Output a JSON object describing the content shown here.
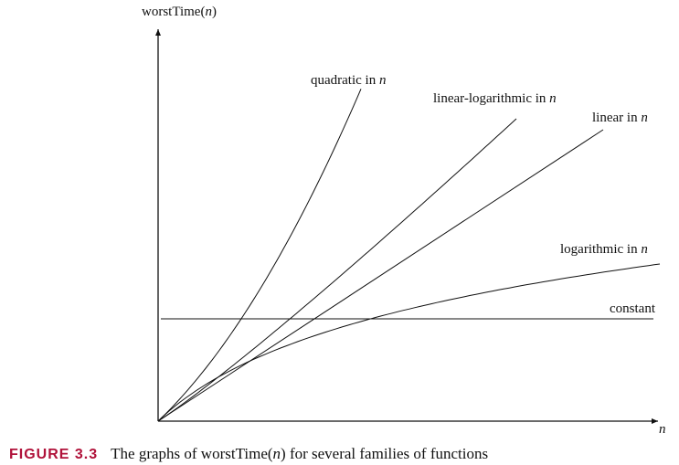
{
  "chart_data": {
    "type": "line",
    "title": "",
    "ylabel_prefix": "worstTime(",
    "ylabel_var": "n",
    "ylabel_suffix": ")",
    "xlabel": "n",
    "xlim": [
      0,
      1
    ],
    "ylim": [
      0,
      1
    ],
    "grid": false,
    "legend": "none",
    "series": [
      {
        "key": "quadratic",
        "name": "quadratic in",
        "var": "n",
        "type": "quadratic"
      },
      {
        "key": "linlog",
        "name": "linear-logarithmic in",
        "var": "n",
        "type": "linear-logarithmic"
      },
      {
        "key": "linear",
        "name": "linear in",
        "var": "n",
        "type": "linear"
      },
      {
        "key": "log",
        "name": "logarithmic in",
        "var": "n",
        "type": "logarithmic"
      },
      {
        "key": "const",
        "name": "constant",
        "var": "",
        "type": "constant"
      }
    ]
  },
  "caption": {
    "figure_label": "FIGURE 3.3",
    "text_before": "The graphs of worstTime(",
    "text_var": "n",
    "text_after": ") for several families of functions"
  }
}
